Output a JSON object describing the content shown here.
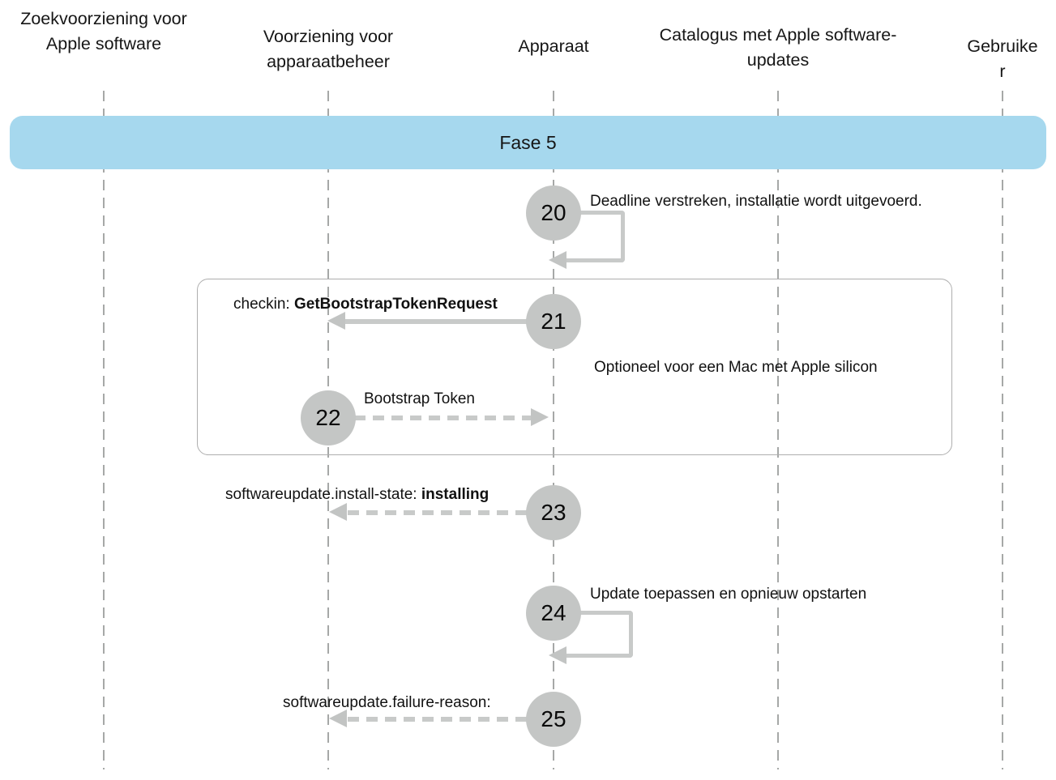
{
  "diagram": {
    "phase_label": "Fase 5",
    "actors": [
      {
        "id": "zoekvoorziening",
        "label": "Zoekvoorziening voor Apple software"
      },
      {
        "id": "apparaatbeheer",
        "label": "Voorziening voor apparaatbeheer"
      },
      {
        "id": "apparaat",
        "label": "Apparaat"
      },
      {
        "id": "catalogus",
        "label": "Catalogus met Apple software-updates"
      },
      {
        "id": "gebruiker",
        "label": "Gebruiker"
      }
    ],
    "optional_note": "Optioneel voor een Mac met Apple silicon",
    "steps": [
      {
        "num": "20",
        "label": "Deadline verstreken, installatie wordt uitgevoerd.",
        "type": "self-loop",
        "from": "apparaat",
        "to": "apparaat"
      },
      {
        "num": "21",
        "label_prefix": "checkin: ",
        "label_em": "GetBootstrapTokenRequest",
        "type": "solid-arrow",
        "from": "apparaat",
        "to": "apparaatbeheer"
      },
      {
        "num": "22",
        "label": "Bootstrap Token",
        "type": "dashed-arrow",
        "from": "apparaatbeheer",
        "to": "apparaat"
      },
      {
        "num": "23",
        "label_prefix": "softwareupdate.install-state: ",
        "label_em": "installing",
        "type": "dashed-arrow",
        "from": "apparaat",
        "to": "apparaatbeheer"
      },
      {
        "num": "24",
        "label": "Update toepassen en opnieuw opstarten",
        "type": "self-loop",
        "from": "apparaat",
        "to": "apparaat"
      },
      {
        "num": "25",
        "label": "softwareupdate.failure-reason:",
        "type": "dashed-arrow",
        "from": "apparaat",
        "to": "apparaatbeheer"
      }
    ],
    "colors": {
      "banner_bg": "#a6d8ee",
      "circle_fill": "#c4c6c5",
      "arrow": "#c8cac9",
      "arrowhead": "#c2c4c3",
      "lifeline": "#a6a8a7",
      "box_border": "#aeaeae",
      "text": "#161616"
    }
  }
}
